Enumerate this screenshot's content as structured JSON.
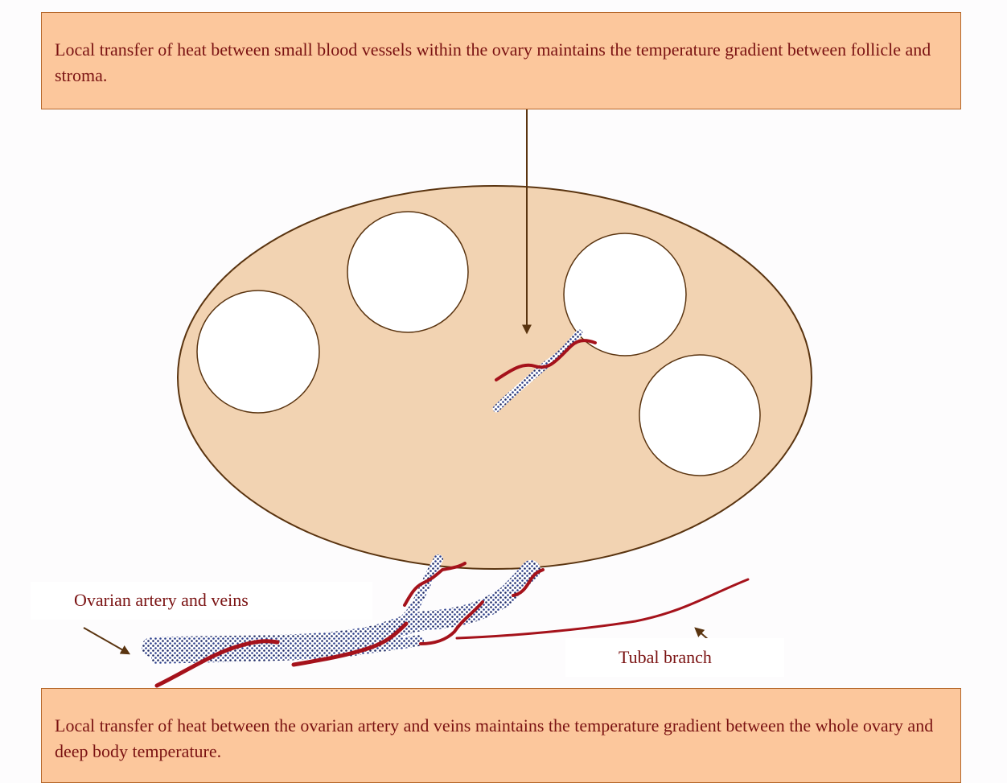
{
  "callouts": {
    "top": "Local transfer of heat between small blood vessels within the ovary maintains the temperature gradient between follicle and stroma.",
    "bottom": "Local transfer of heat between the ovarian artery and veins maintains the temperature gradient between the whole ovary and deep body temperature."
  },
  "labels": {
    "ovarian": "Ovarian artery and veins",
    "tubal": "Tubal branch"
  },
  "colors": {
    "ovary_fill": "#f2d3b2",
    "outline": "#5a3410",
    "artery": "#a5121b",
    "vein": "#2c3e8c",
    "arrow": "#5a3410",
    "callout_fill": "#fcc79c"
  }
}
